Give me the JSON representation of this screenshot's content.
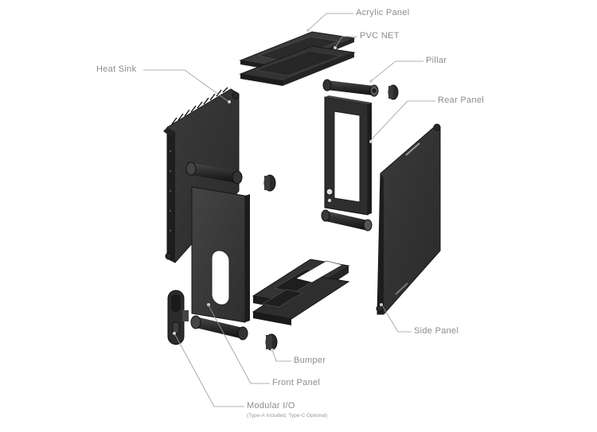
{
  "labels": {
    "acrylic_panel": "Acrylic Panel",
    "pvc_net": "PVC NET",
    "pillar": "Pillar",
    "rear_panel": "Rear Panel",
    "heat_sink": "Heat Sink",
    "side_panel": "Side Panel",
    "bumper": "Bumper",
    "front_panel": "Front Panel",
    "modular_io": "Modular I/O",
    "modular_io_note": "(Type-A Included, Type-C Optional)"
  },
  "colors": {
    "panel_dark": "#2b2b2b",
    "panel_mid": "#3a3a3a",
    "panel_edge": "#1a1a1a",
    "leader_line": "#9a9a9a",
    "label_text": "#8c8c8c"
  }
}
